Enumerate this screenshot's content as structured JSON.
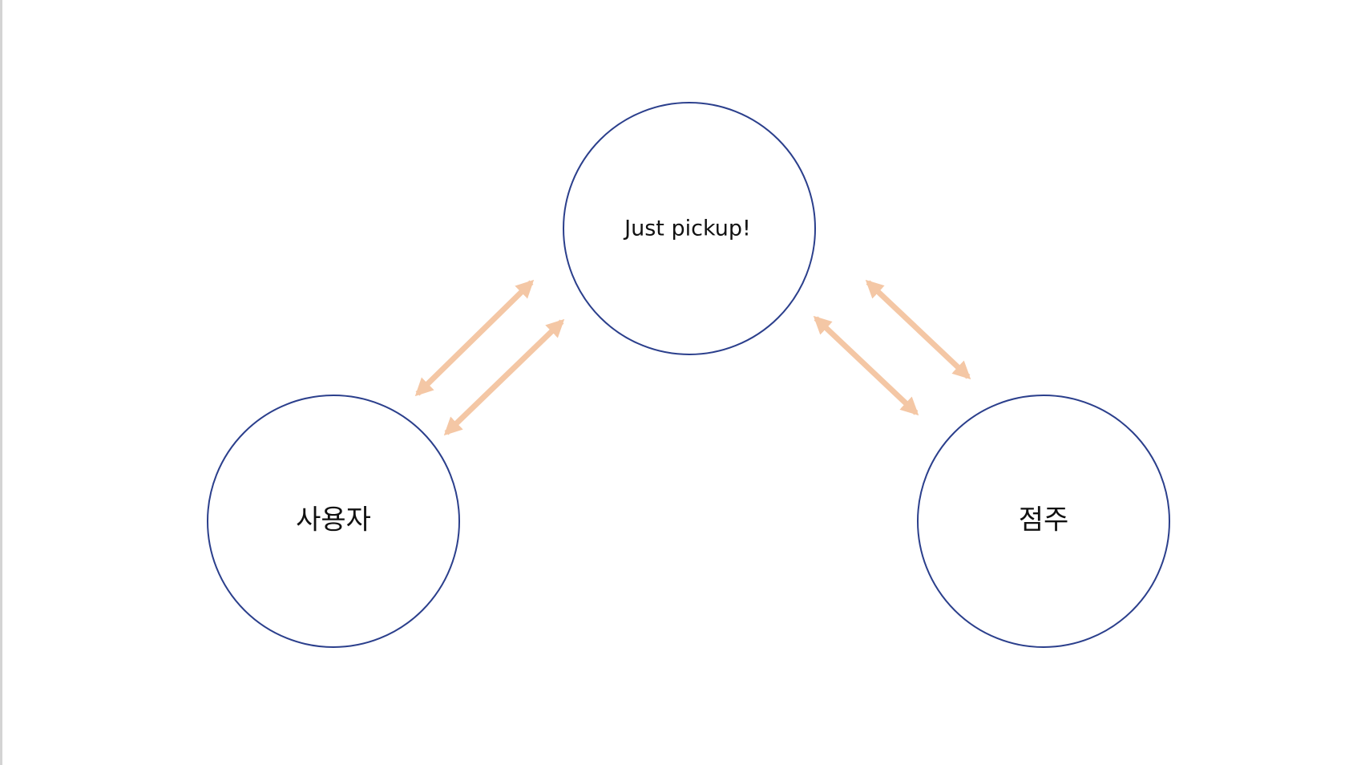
{
  "nodes": {
    "platform": {
      "label": "Just pickup!"
    },
    "user": {
      "label": "사용자"
    },
    "owner": {
      "label": "점주"
    }
  },
  "colors": {
    "circle_stroke": "#2b3f8c",
    "arrow": "#f4c7a5",
    "text": "#111111",
    "background": "#ffffff"
  },
  "edges": [
    {
      "from": "user",
      "to": "platform",
      "direction": "bidirectional"
    },
    {
      "from": "user",
      "to": "platform",
      "direction": "bidirectional"
    },
    {
      "from": "platform",
      "to": "owner",
      "direction": "bidirectional"
    },
    {
      "from": "platform",
      "to": "owner",
      "direction": "bidirectional"
    }
  ]
}
